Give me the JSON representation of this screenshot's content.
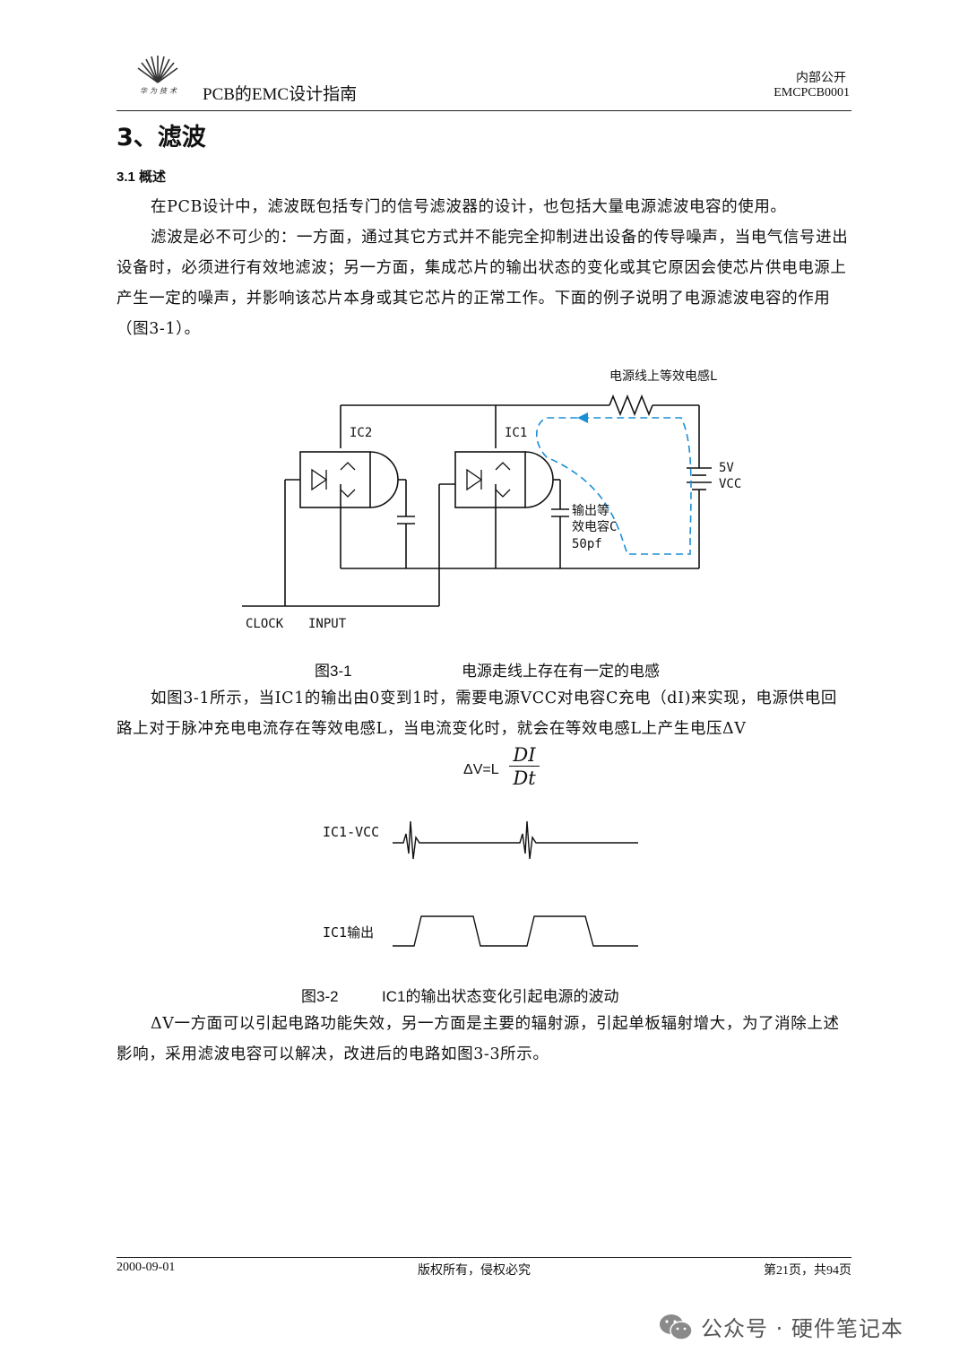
{
  "header": {
    "logo_text": "华为技术",
    "doc_title": "PCB的EMC设计指南",
    "classification": "内部公开",
    "doc_id": "EMCPCB0001"
  },
  "section": {
    "title": "3、滤波",
    "sub_title": "3.1 概述"
  },
  "paragraphs": {
    "p1": "在PCB设计中，滤波既包括专门的信号滤波器的设计，也包括大量电源滤波电容的使用。",
    "p2": "滤波是必不可少的：一方面，通过其它方式并不能完全抑制进出设备的传导噪声，当电气信号进出设备时，必须进行有效地滤波；另一方面，集成芯片的输出状态的变化或其它原因会使芯片供电电源上产生一定的噪声，并影响该芯片本身或其它芯片的正常工作。下面的例子说明了电源滤波电容的作用（图3-1）。",
    "p3": "如图3-1所示，当IC1的输出由0变到1时，需要电源VCC对电容C充电（dI)来实现，电源供电回路上对于脉冲充电电流存在等效电感L，当电流变化时，就会在等效电感L上产生电压ΔV",
    "p4": "ΔV一方面可以引起电路功能失效，另一方面是主要的辐射源，引起单板辐射增大，为了消除上述影响，采用滤波电容可以解决，改进后的电路如图3-3所示。"
  },
  "figure1": {
    "inductor_label": "电源线上等效电感L",
    "ic2_label": "IC2",
    "ic1_label": "IC1",
    "vcc_label_1": "5V",
    "vcc_label_2": "VCC",
    "cap_label_1": "输出等",
    "cap_label_2": "效电容C",
    "cap_label_3": "50pf",
    "clock_label": "CLOCK",
    "input_label": "INPUT",
    "caption_num": "图3-1",
    "caption_text": "电源走线上存在有一定的电感",
    "loop_color": "#1a8fd6"
  },
  "formula": {
    "lhs": "ΔV=L",
    "numerator": "DI",
    "denominator": "Dt"
  },
  "figure2": {
    "vcc_label": "IC1-VCC",
    "out_label": "IC1输出",
    "caption_num": "图3-2",
    "caption_text": "IC1的输出状态变化引起电源的波动"
  },
  "footer": {
    "date": "2000-09-01",
    "copyright": "版权所有，侵权必究",
    "page": "第21页，共94页"
  },
  "watermark": {
    "text": "公众号 · 硬件笔记本",
    "icon": "wechat-icon"
  }
}
